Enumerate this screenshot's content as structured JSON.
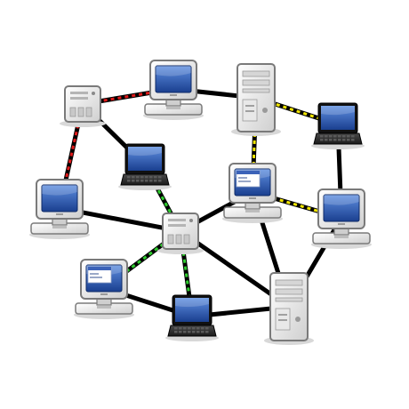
{
  "colors": {
    "wire": "#000000",
    "dash_red": "#e01b1b",
    "dash_green": "#2ecc2e",
    "dash_yellow": "#f2e600",
    "screen_blue": "#1e4fa8",
    "screen_blue_light": "#4f7fd6",
    "case_gray": "#e6e6e6",
    "case_edge": "#7a7a7a",
    "laptop_body": "#2a2a2a",
    "shadow": "#d8d8d8"
  },
  "nodes": [
    {
      "id": "server-top-left",
      "kind": "server-small"
    },
    {
      "id": "monitor-top",
      "kind": "monitor"
    },
    {
      "id": "server-tower-top",
      "kind": "server-tower"
    },
    {
      "id": "laptop-top-right",
      "kind": "laptop"
    },
    {
      "id": "laptop-center-left",
      "kind": "laptop"
    },
    {
      "id": "monitor-left",
      "kind": "monitor"
    },
    {
      "id": "monitor-center-window",
      "kind": "monitor-window"
    },
    {
      "id": "monitor-right",
      "kind": "monitor"
    },
    {
      "id": "server-hub-center",
      "kind": "server-small"
    },
    {
      "id": "monitor-bottom-left-window",
      "kind": "monitor-window"
    },
    {
      "id": "laptop-bottom",
      "kind": "laptop"
    },
    {
      "id": "server-tower-bottom",
      "kind": "server-tower"
    }
  ],
  "links": [
    {
      "from": "server-top-left",
      "to": "monitor-top",
      "style": "red"
    },
    {
      "from": "monitor-top",
      "to": "server-tower-top",
      "style": "solid"
    },
    {
      "from": "server-top-left",
      "to": "monitor-left",
      "style": "red"
    },
    {
      "from": "server-top-left",
      "to": "laptop-center-left",
      "style": "solid"
    },
    {
      "from": "server-tower-top",
      "to": "laptop-top-right",
      "style": "yellow"
    },
    {
      "from": "server-tower-top",
      "to": "monitor-center-window",
      "style": "yellow"
    },
    {
      "from": "laptop-top-right",
      "to": "monitor-right",
      "style": "solid"
    },
    {
      "from": "monitor-center-window",
      "to": "monitor-right",
      "style": "yellow"
    },
    {
      "from": "laptop-center-left",
      "to": "server-hub-center",
      "style": "green"
    },
    {
      "from": "monitor-left",
      "to": "server-hub-center",
      "style": "solid"
    },
    {
      "from": "server-hub-center",
      "to": "monitor-center-window",
      "style": "solid"
    },
    {
      "from": "server-hub-center",
      "to": "monitor-bottom-left-window",
      "style": "green"
    },
    {
      "from": "server-hub-center",
      "to": "laptop-bottom",
      "style": "green"
    },
    {
      "from": "server-hub-center",
      "to": "server-tower-bottom",
      "style": "solid"
    },
    {
      "from": "monitor-center-window",
      "to": "server-tower-bottom",
      "style": "solid"
    },
    {
      "from": "monitor-right",
      "to": "server-tower-bottom",
      "style": "solid"
    },
    {
      "from": "monitor-bottom-left-window",
      "to": "laptop-bottom",
      "style": "solid"
    },
    {
      "from": "laptop-bottom",
      "to": "server-tower-bottom",
      "style": "solid"
    }
  ]
}
